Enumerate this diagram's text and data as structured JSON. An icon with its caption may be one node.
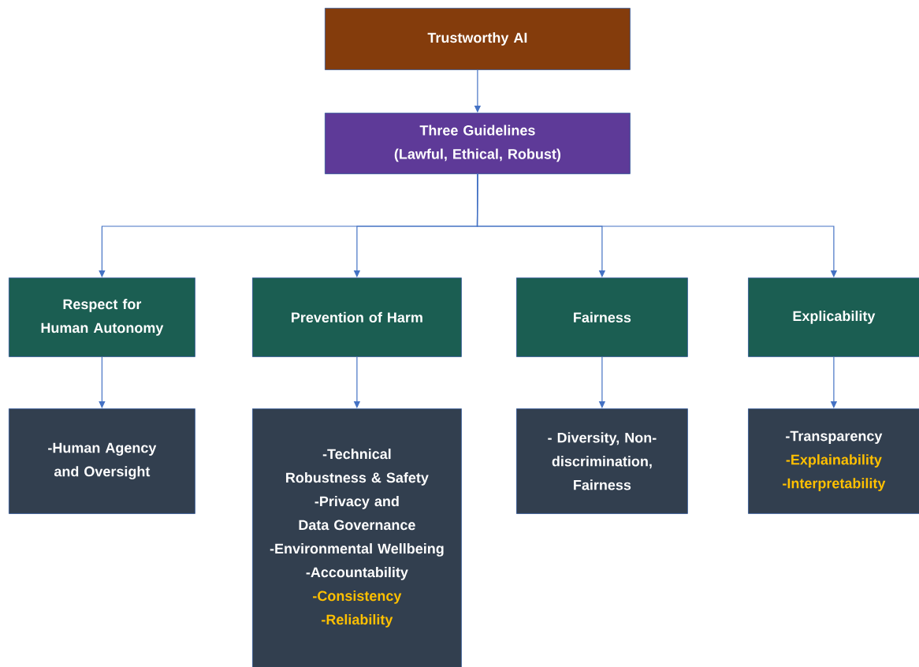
{
  "diagram": {
    "nodes": [
      {
        "text": [
          "Trustworthy AI"
        ]
      },
      {
        "text": [
          "Three Guidelines",
          "(Lawful, Ethical, Robust)"
        ]
      },
      {
        "text": [
          "Respect for Human Autonomy"
        ]
      },
      {
        "text": [
          "Prevention of Harm"
        ]
      },
      {
        "text": [
          "Fairness"
        ]
      },
      {
        "text": [
          "Explicability"
        ]
      },
      {
        "text": [
          "-Human Agency and Oversight"
        ]
      },
      {
        "text": [
          "-Technical Robustness & Safety",
          "-Privacy and Data Governance",
          "-Environmental Wellbeing",
          "-Accountability",
          "-Consistency",
          "-Reliability"
        ]
      },
      {
        "text": [
          "- Diversity, Non-discrimination, Fairness"
        ]
      },
      {
        "text": [
          "-Transparency",
          "-Explainability",
          "-Interpretability"
        ]
      }
    ],
    "edges": [
      {
        "from": 0,
        "to": 1,
        "arrow": "to"
      },
      {
        "from": 1,
        "to": 2,
        "arrow": "to"
      },
      {
        "from": 1,
        "to": 3,
        "arrow": "to"
      },
      {
        "from": 1,
        "to": 4,
        "arrow": "to"
      },
      {
        "from": 1,
        "to": 5,
        "arrow": "to"
      },
      {
        "from": 2,
        "to": 6,
        "arrow": "to"
      },
      {
        "from": 3,
        "to": 7,
        "arrow": "to"
      },
      {
        "from": 4,
        "to": 8,
        "arrow": "to"
      },
      {
        "from": 5,
        "to": 9,
        "arrow": "to"
      }
    ]
  }
}
